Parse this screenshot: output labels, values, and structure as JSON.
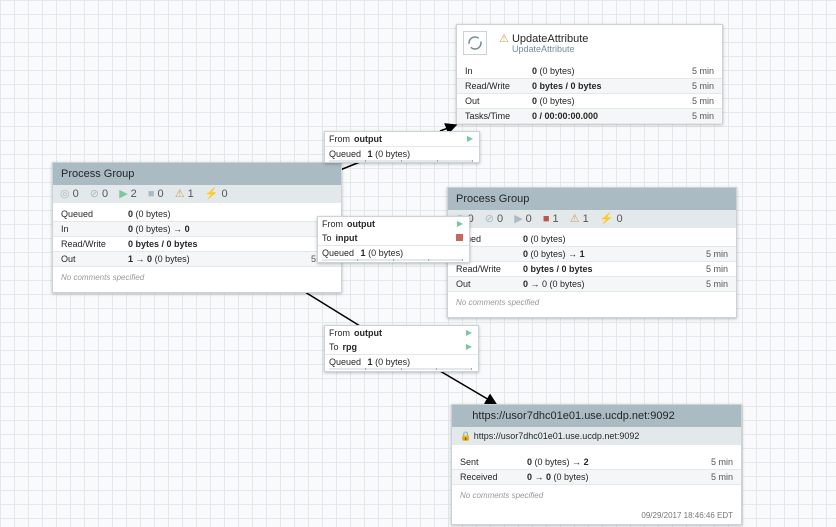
{
  "processor": {
    "name": "UpdateAttribute",
    "type": "UpdateAttribute",
    "stats": [
      {
        "label": "In",
        "value": "0",
        "detail": "(0 bytes)",
        "time": "5 min"
      },
      {
        "label": "Read/Write",
        "value": "0 bytes / 0 bytes",
        "detail": "",
        "time": "5 min"
      },
      {
        "label": "Out",
        "value": "0",
        "detail": "(0 bytes)",
        "time": "5 min"
      },
      {
        "label": "Tasks/Time",
        "value": "0 / 00:00:00.000",
        "detail": "",
        "time": "5 min"
      }
    ]
  },
  "pg_left": {
    "title": "Process Group",
    "status": {
      "transmitting": "0",
      "not_transmitting": "0",
      "running": "2",
      "stopped": "0",
      "invalid": "1",
      "disabled": "0"
    },
    "queued": {
      "label": "Queued",
      "value": "0",
      "detail": "(0 bytes)"
    },
    "in": {
      "label": "In",
      "value": "0",
      "detail": "(0 bytes) →",
      "value2": "0",
      "time": "5"
    },
    "rw": {
      "label": "Read/Write",
      "value": "0 bytes / 0 bytes",
      "time": "5"
    },
    "out": {
      "label": "Out",
      "value": "1",
      "detail": "→",
      "value2": "0",
      "detail2": "(0 bytes)",
      "time": "5 min"
    },
    "comments": "No comments specified"
  },
  "pg_right": {
    "title": "Process Group",
    "status": {
      "transmitting": "0",
      "not_transmitting": "0",
      "running": "0",
      "stopped": "1",
      "invalid": "1",
      "disabled": "0"
    },
    "queued": {
      "label": "ueued",
      "value": "0",
      "detail": "(0 bytes)"
    },
    "in": {
      "value": "0",
      "detail": "(0 bytes) →",
      "value2": "1",
      "time": "5 min"
    },
    "rw": {
      "label": "Read/Write",
      "value": "0 bytes / 0 bytes",
      "time": "5 min"
    },
    "out": {
      "label": "Out",
      "value": "0",
      "detail": "→ 0 (0 bytes)",
      "time": "5 min"
    },
    "comments": "No comments specified"
  },
  "conn_top": {
    "from_label": "From",
    "from": "output",
    "queued_label": "Queued",
    "queued": "1",
    "queued_detail": "(0 bytes)"
  },
  "conn_mid": {
    "from_label": "From",
    "from": "output",
    "to_label": "To",
    "to": "input",
    "queued_label": "Queued",
    "queued": "1",
    "queued_detail": "(0 bytes)"
  },
  "conn_bottom": {
    "from_label": "From",
    "from": "output",
    "to_label": "To",
    "to": "rpg",
    "queued_label": "Queued",
    "queued": "1",
    "queued_detail": "(0 bytes)"
  },
  "rpg": {
    "title": "https://usor7dhc01e01.use.ucdp.net:9092",
    "url": "https://usor7dhc01e01.use.ucdp.net:9092",
    "sent": {
      "label": "Sent",
      "value": "0",
      "detail": "(0 bytes) →",
      "value2": "2",
      "time": "5 min"
    },
    "received": {
      "label": "Received",
      "value": "0 → 0",
      "detail": "(0 bytes)",
      "time": "5 min"
    },
    "comments": "No comments specified",
    "timestamp": "09/29/2017 18:46:46 EDT"
  },
  "colors": {
    "header": "#aabbc3",
    "status_bg": "#e3e8eb",
    "running": "#7dc7a0",
    "stopped": "#ba554a",
    "warning": "#cf9f5d"
  }
}
